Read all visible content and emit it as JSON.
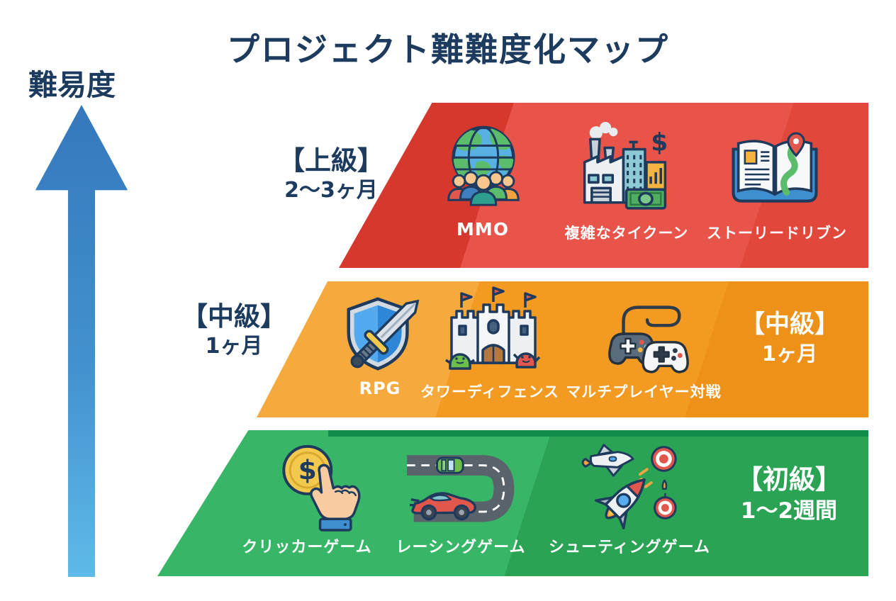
{
  "title": "プロジェクト難難度化マップ",
  "axis": {
    "label": "難易度"
  },
  "colors": {
    "heading_navy": "#1C3B5E",
    "advanced_red": "#E2473C",
    "intermediate_orange": "#F39A22",
    "beginner_green": "#2FAC5D",
    "arrow_top": "#3578BC",
    "arrow_bottom": "#5FBAE8"
  },
  "levels": [
    {
      "key": "advanced",
      "color": "#E2473C",
      "callout_left": {
        "title": "【上級】",
        "duration": "2〜3ヶ月"
      },
      "items": [
        {
          "label": "MMO",
          "icon": "globe-people-icon"
        },
        {
          "label": "複雑なタイクーン",
          "icon": "factory-economy-icon"
        },
        {
          "label": "ストーリードリブン",
          "icon": "story-book-map-icon"
        }
      ]
    },
    {
      "key": "intermediate",
      "color": "#F39A22",
      "callout_left": {
        "title": "【中級】",
        "duration": "1ヶ月"
      },
      "label_in_band": {
        "title": "【中級】",
        "duration": "1ヶ月"
      },
      "items": [
        {
          "label": "RPG",
          "icon": "shield-sword-icon"
        },
        {
          "label": "タワーディフェンス",
          "icon": "castle-icon"
        },
        {
          "label": "マルチプレイヤー対戦",
          "icon": "game-controllers-icon"
        }
      ]
    },
    {
      "key": "beginner",
      "color": "#2FAC5D",
      "label_in_band": {
        "title": "【初級】",
        "duration": "1〜2週間"
      },
      "items": [
        {
          "label": "クリッカーゲーム",
          "icon": "coin-click-icon"
        },
        {
          "label": "レーシングゲーム",
          "icon": "race-track-icon"
        },
        {
          "label": "シューティングゲーム",
          "icon": "rockets-targets-icon"
        }
      ]
    }
  ]
}
